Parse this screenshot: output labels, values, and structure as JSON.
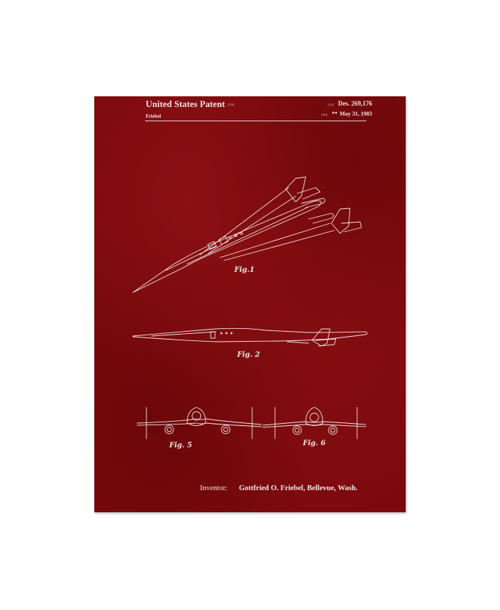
{
  "poster": {
    "background_color": "#7c0a0d",
    "line_color": "#f3e6e3",
    "header": {
      "title": "United States Patent",
      "title_tag": "[19]",
      "subtitle": "Friebel",
      "patent_tag": "[11]",
      "patent_number": "Des. 269,176",
      "date_tag": "[45]",
      "date_prefix": "**",
      "date": "May 31, 1983"
    },
    "figures": [
      {
        "label": "Fig.1",
        "view": "perspective-aircraft"
      },
      {
        "label": "Fig. 2",
        "view": "side-aircraft"
      },
      {
        "label": "Fig. 5",
        "view": "front-aircraft"
      },
      {
        "label": "Fig. 6",
        "view": "rear-aircraft"
      }
    ],
    "inventor": {
      "label": "Inventor:",
      "name": "Gottfried O. Friebel, Bellevue, Wash."
    }
  }
}
